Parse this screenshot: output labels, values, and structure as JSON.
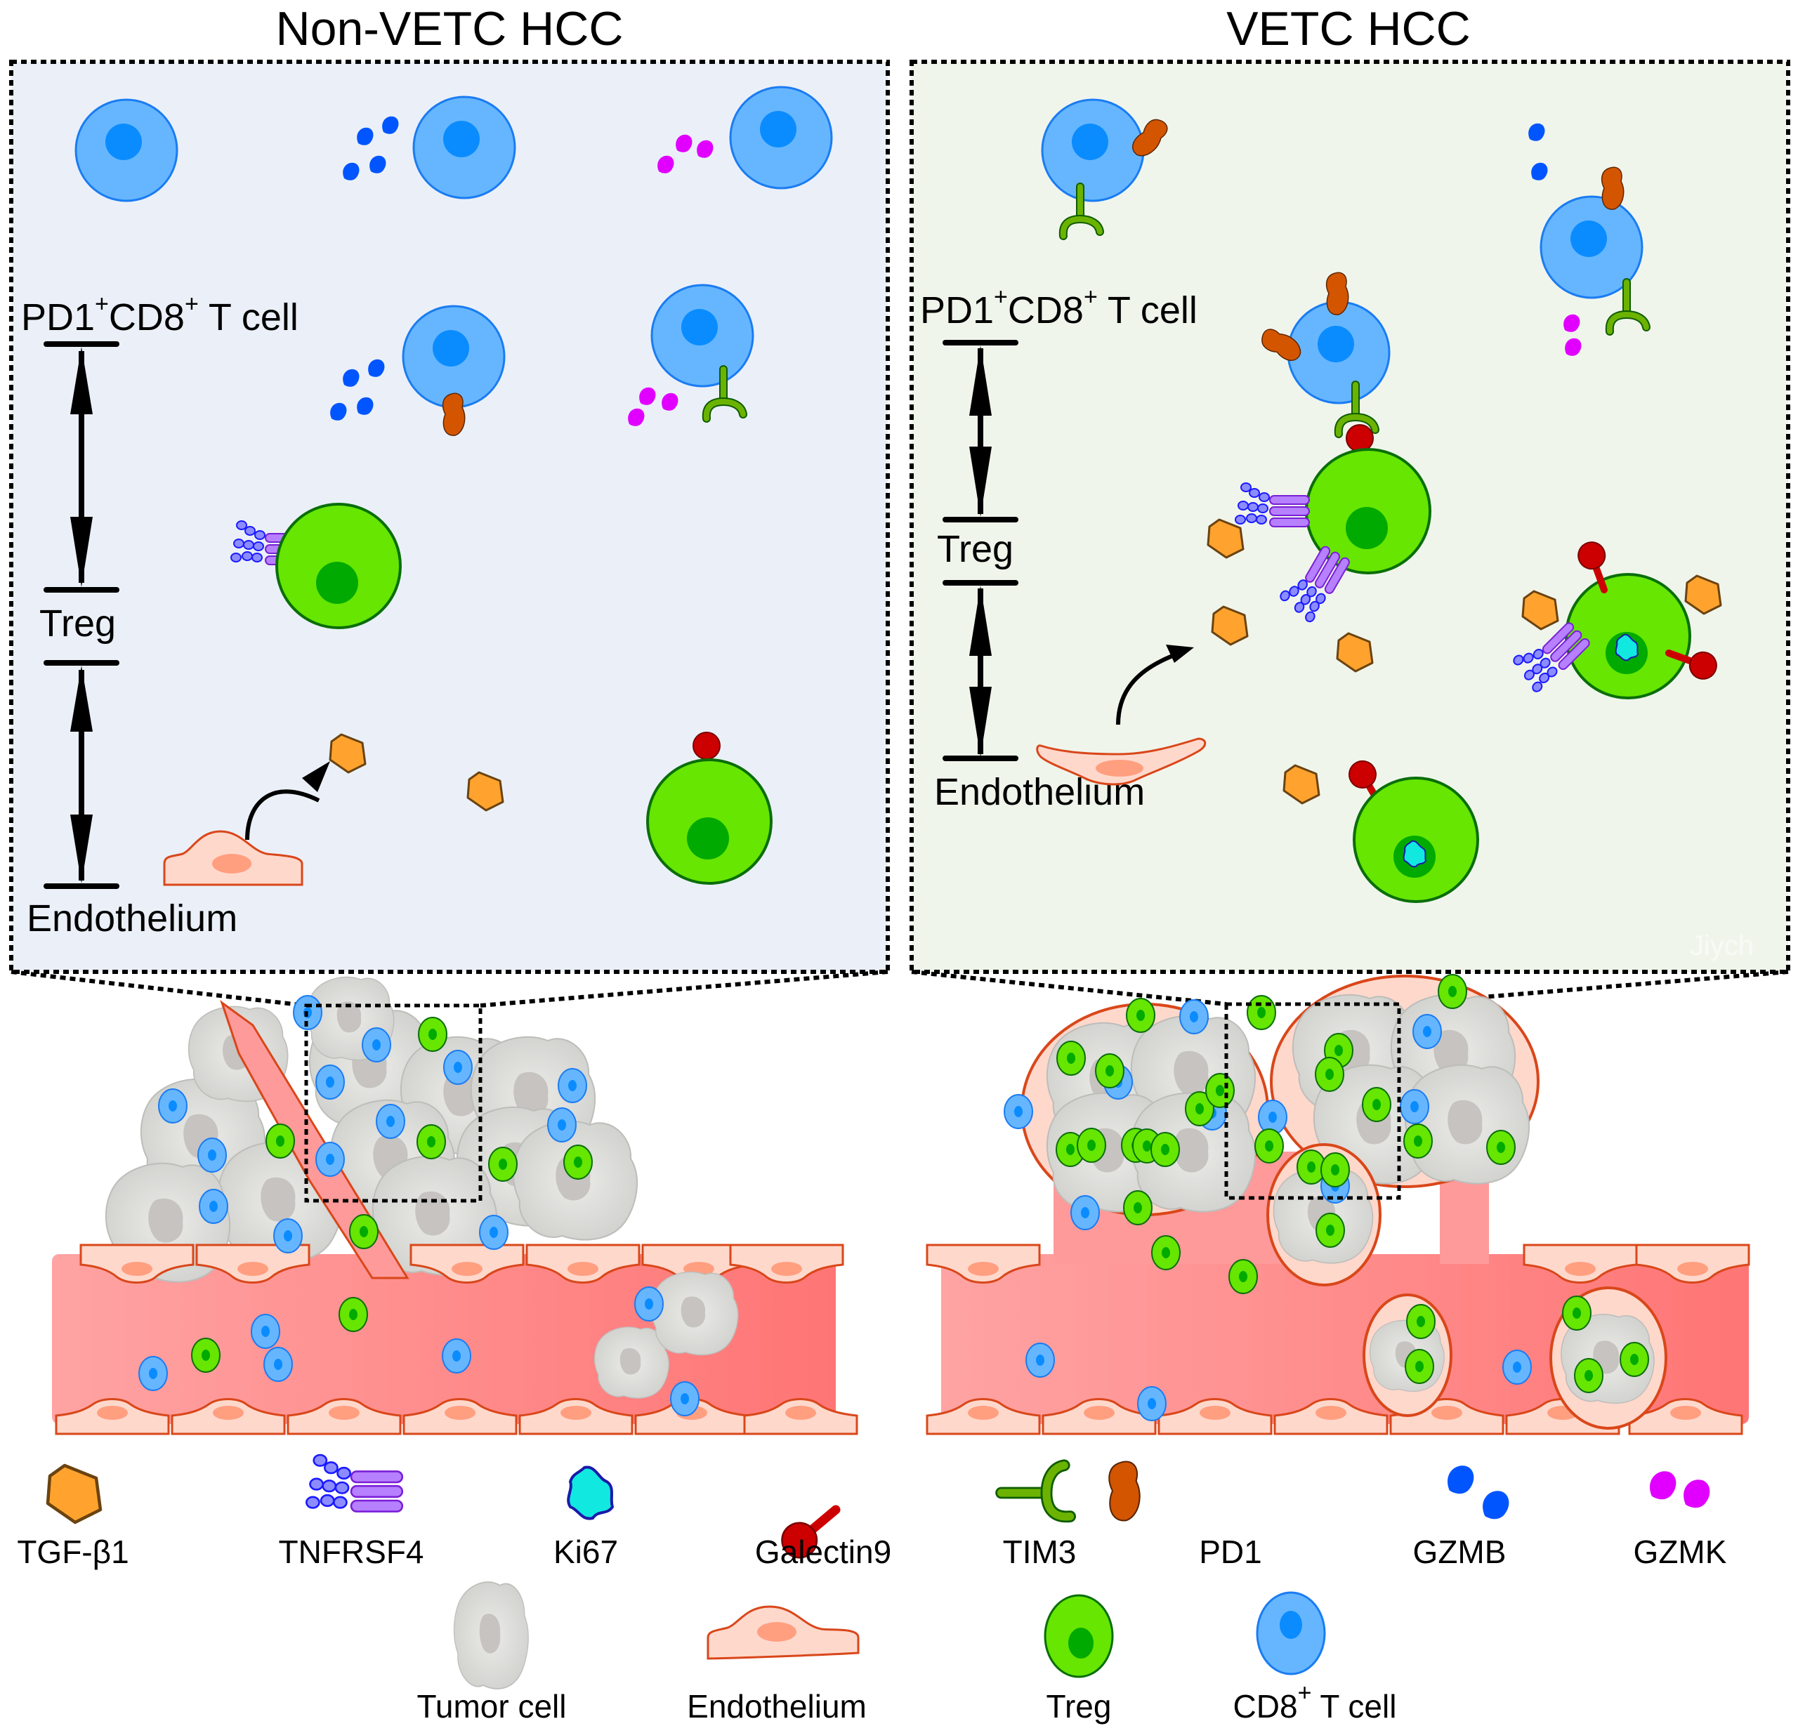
{
  "panels": {
    "left": {
      "title": "Non-VETC HCC",
      "background": "#ebf0f8",
      "scale": {
        "top_label": "PD1",
        "top_label_sup": "+",
        "top_label_mid": "CD8",
        "top_label_sup2": "+",
        "top_label_end": " T cell",
        "middle_label": "Treg",
        "bottom_label": "Endothelium"
      }
    },
    "right": {
      "title": "VETC HCC",
      "background": "#f0f5ec",
      "scale": {
        "top_label": "PD1",
        "top_label_sup": "+",
        "top_label_mid": "CD8",
        "top_label_sup2": "+",
        "top_label_end": " T cell",
        "middle_label": "Treg",
        "bottom_label": "Endothelium"
      },
      "watermark": "Jiych"
    }
  },
  "legend": {
    "row1": [
      {
        "label": "TGF-β1",
        "icon": "tgf-b1-icon"
      },
      {
        "label": "TNFRSF4",
        "icon": "tnfrsf4-icon"
      },
      {
        "label": "Ki67",
        "icon": "ki67-icon"
      },
      {
        "label": "Galectin9",
        "icon": "galectin9-icon"
      },
      {
        "label": "TIM3",
        "icon": "tim3-icon"
      },
      {
        "label": "PD1",
        "icon": "pd1-icon"
      },
      {
        "label": "GZMB",
        "icon": "gzmb-icon"
      },
      {
        "label": "GZMK",
        "icon": "gzmk-icon"
      }
    ],
    "row2": [
      {
        "label": "Tumor cell",
        "icon": "tumor-cell-icon"
      },
      {
        "label": "Endothelium",
        "icon": "endothelium-icon"
      },
      {
        "label": "Treg",
        "icon": "treg-icon"
      },
      {
        "label": "CD8",
        "label_sup": "+",
        "label_end": " T cell",
        "icon": "cd8-t-cell-icon"
      }
    ]
  },
  "colors": {
    "cd8_fill": "#66b6ff",
    "cd8_stroke": "#1a7cf2",
    "cd8_nucleus": "#0a8cff",
    "treg_fill": "#66e600",
    "treg_stroke": "#0a6e0a",
    "treg_nucleus": "#00aa00",
    "tgf": "#ffa32e",
    "tgf_stroke": "#6b4310",
    "galectin9": "#cc0000",
    "pd1": "#d45500",
    "tim3": "#6bb300",
    "gzmb": "#0055ff",
    "gzmk": "#e100ff",
    "ki67": "#11e8e0",
    "tnfrsf4_bead": "#8c8cff",
    "tnfrsf4_rod": "#b680ff",
    "endo_fill": "#ffd8cc",
    "endo_stroke": "#d9471a",
    "endo_nucleus": "#ff9f80",
    "vessel": "#ff8c8c",
    "tumor": "#d9d9d6"
  }
}
